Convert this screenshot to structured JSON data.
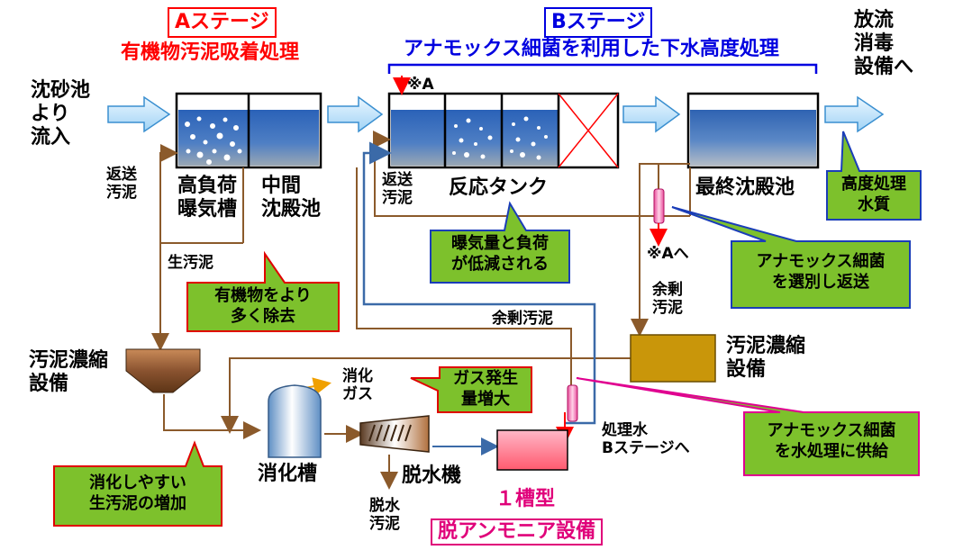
{
  "stage_a": {
    "title": "Aステージ",
    "subtitle": "有機物汚泥吸着処理"
  },
  "stage_b": {
    "title": "Bステージ",
    "subtitle": "アナモックス細菌を利用した下水高度処理"
  },
  "inflow": "沈砂池\nより\n流入",
  "outflow": "放流\n消毒\n設備へ",
  "marker_a": "※A",
  "marker_a_to": "※Aへ",
  "tanks": {
    "high_load_aeration": "高負荷\n曝気槽",
    "intermediate_settling": "中間\n沈殿池",
    "reaction_tank": "反応タンク",
    "final_settling": "最終沈殿池",
    "thickener_left": "汚泥濃縮\n設備",
    "thickener_right": "汚泥濃縮\n設備",
    "digester": "消化槽",
    "dewatering_machine": "脱水機"
  },
  "flows": {
    "return_sludge_a": "返送\n汚泥",
    "return_sludge_b": "返送\n汚泥",
    "raw_sludge": "生汚泥",
    "excess_sludge_mid": "余剰汚泥",
    "excess_sludge_right": "余剰\n汚泥",
    "digestion_gas": "消化\nガス",
    "dewatered_sludge": "脱水\n汚泥",
    "treated_water": "処理水\nBステージへ"
  },
  "deammonification": {
    "line1": "１槽型",
    "line2": "脱アンモニア設備"
  },
  "callouts": {
    "more_organics": "有機物をより\n多く除去",
    "aeration_reduced": "曝気量と負荷\nが低減される",
    "advanced_quality": "高度処理\n水質",
    "anammox_select": "アナモックス細菌\nを選別し返送",
    "gas_increase": "ガス発生\n量増大",
    "anammox_supply": "アナモックス細菌\nを水処理に供給",
    "raw_sludge_increase": "消化しやすい\n生汚泥の増加"
  },
  "colors": {
    "stage_a": "#ff0000",
    "stage_b": "#0000e0",
    "deammonification": "#e0007a",
    "callout_fill": "#7dc12c",
    "callout_border_blue": "#1a3db8",
    "callout_border_red": "#e00000",
    "sludge_line": "#8b5a2b",
    "return_line": "#3b6aa8"
  }
}
